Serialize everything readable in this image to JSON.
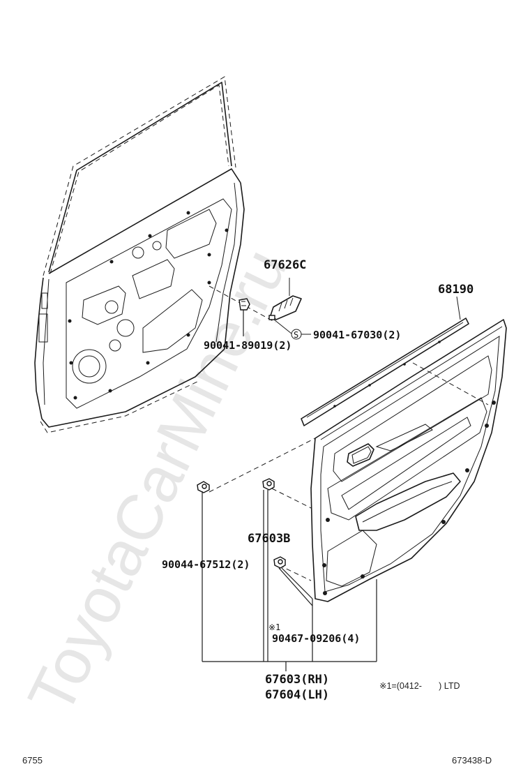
{
  "watermark": "ToyotaCarMine.ru",
  "labels": {
    "p67626c": "67626C",
    "p68190": "68190",
    "p90041_67030": "90041-67030(2)",
    "s_marker": "S",
    "p90041_89019": "90041-89019(2)",
    "p67603b": "67603B",
    "p90044_67512": "90044-67512(2)",
    "note_marker": "※1",
    "p90467_09206": "90467-09206(4)",
    "p67603": "67603(RH)",
    "p67604": "67604(LH)",
    "note_text": "※1=(0412-       ) LTD"
  },
  "footer": {
    "page_code": "6755",
    "diagram_id": "673438-D"
  }
}
